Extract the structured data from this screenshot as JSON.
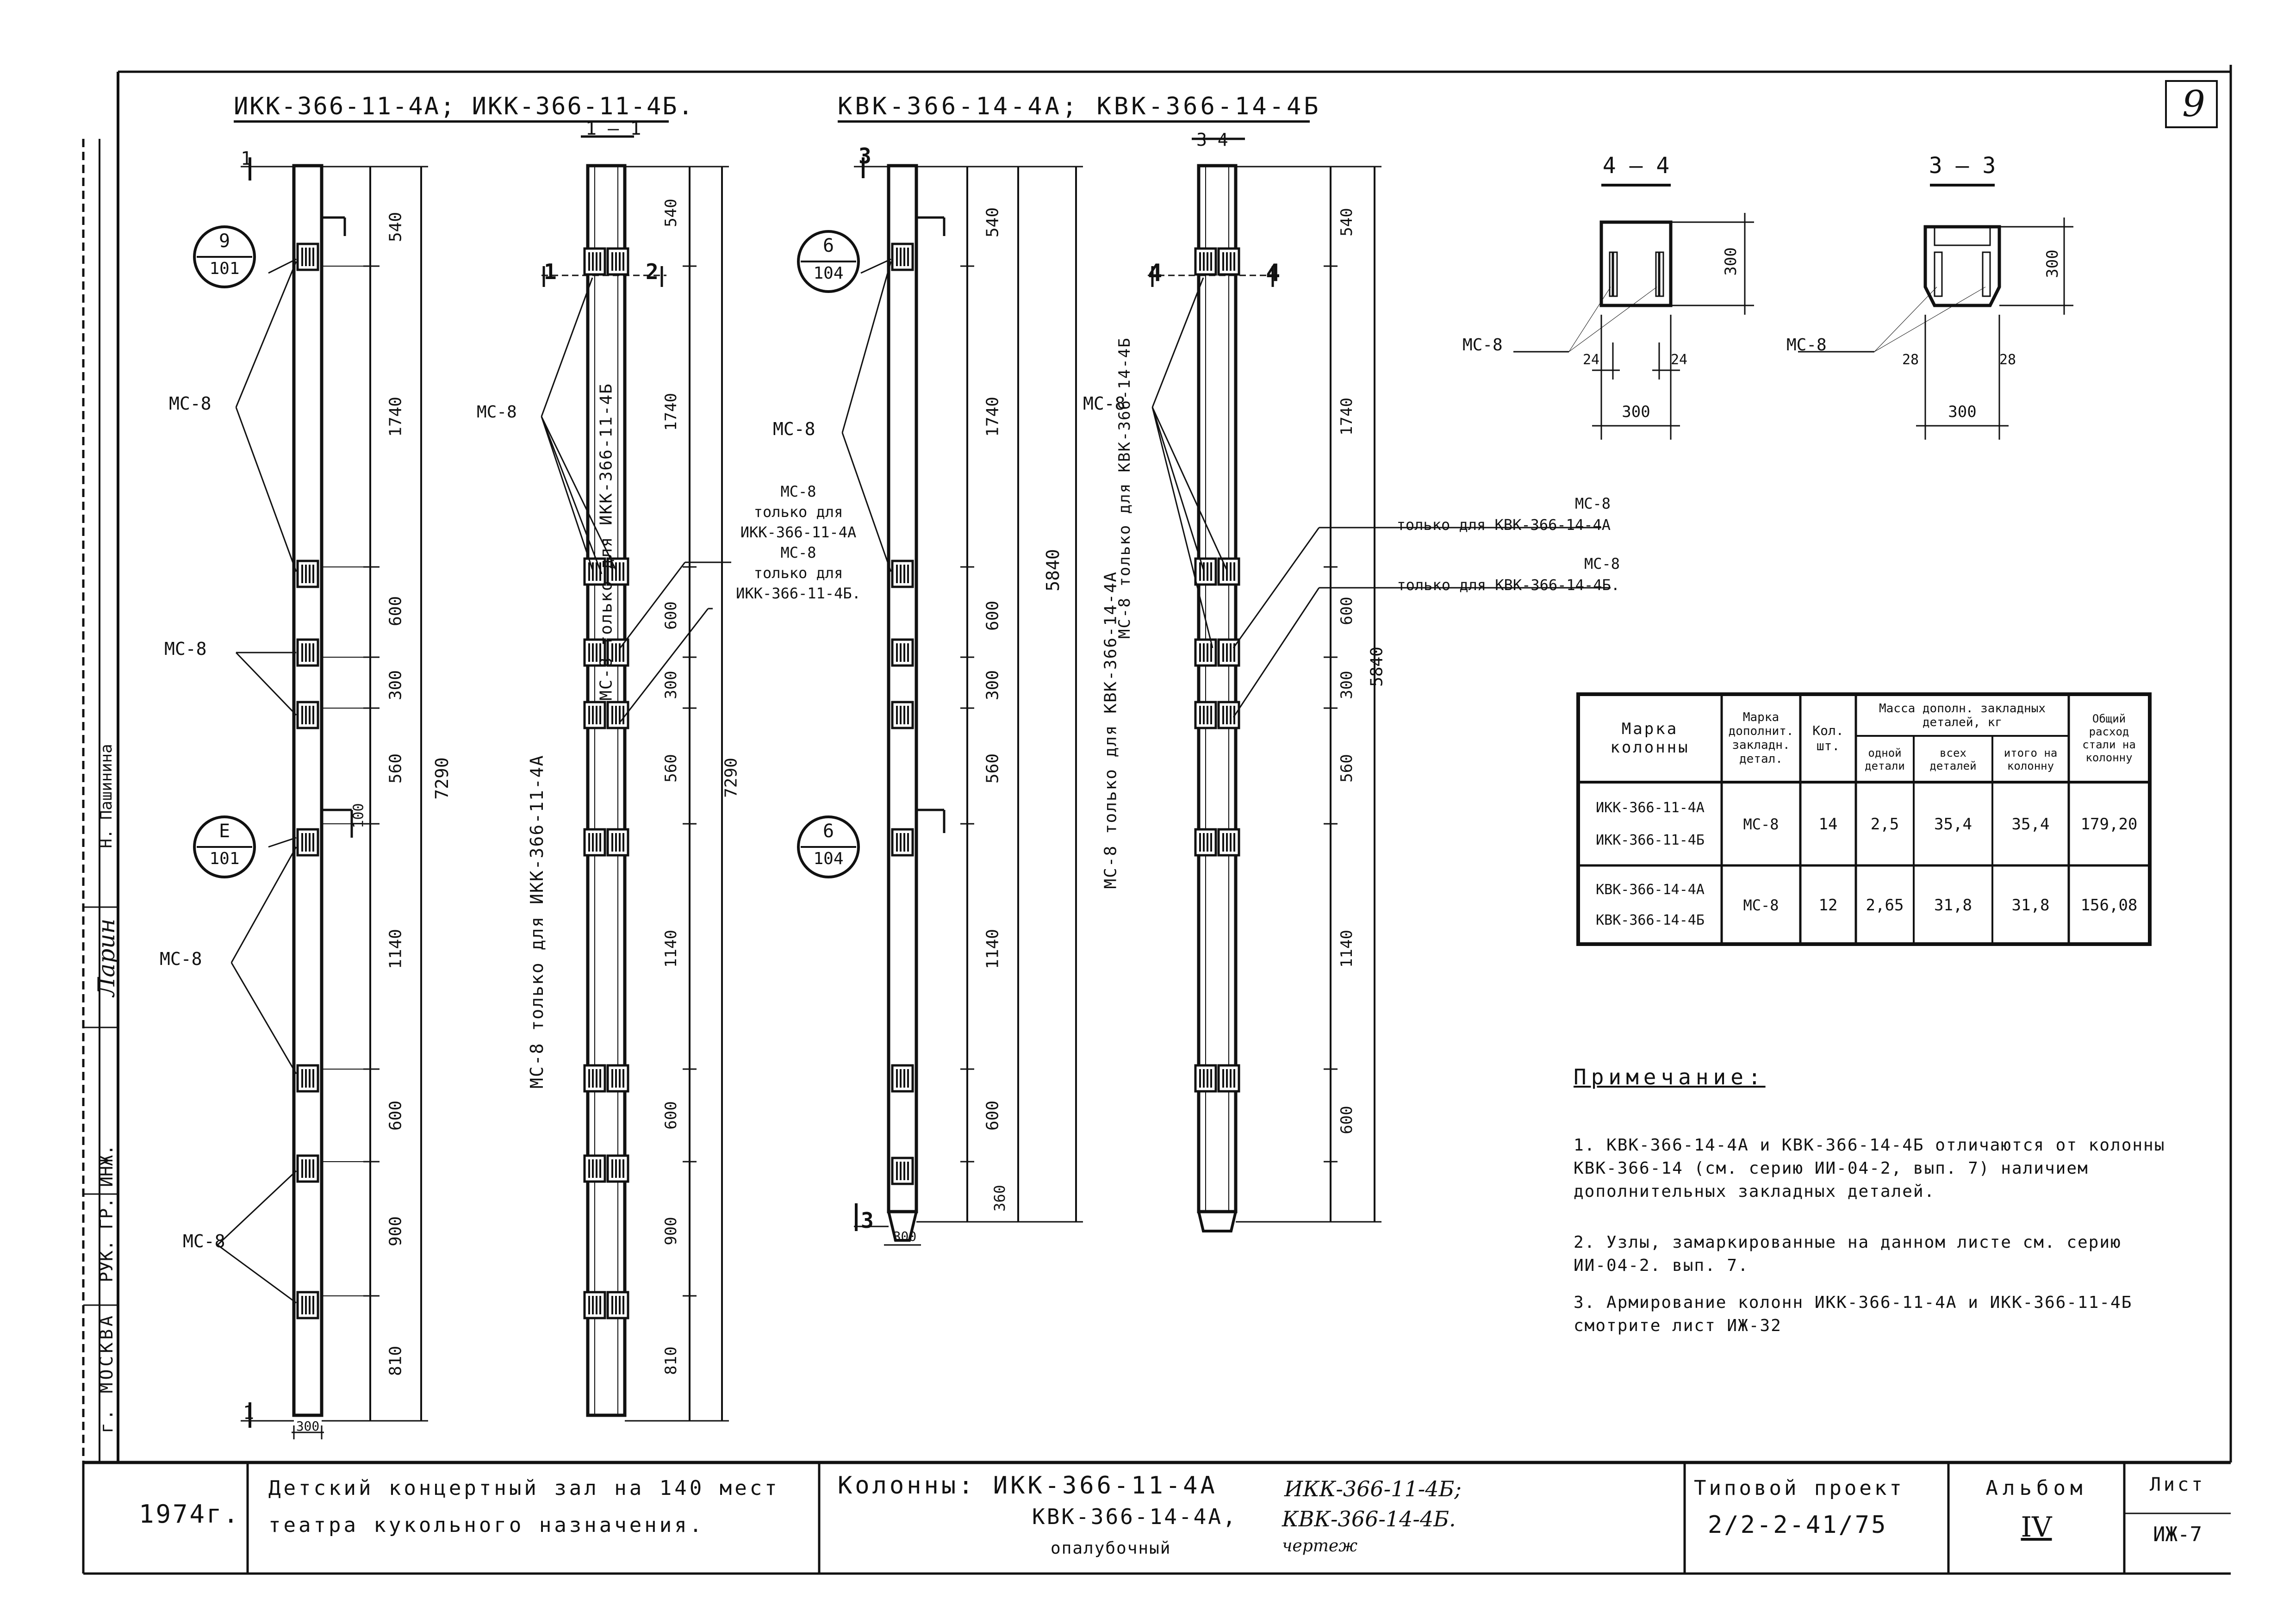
{
  "sheet_number": "9",
  "views": {
    "ikk_title": "ИКК-366-11-4А; ИКК-366-11-4Б.",
    "kvk_title": "КВК-366-14-4А; КВК-366-14-4Б"
  },
  "cut_labels": {
    "c1": "1",
    "c2": "2",
    "c3": "3",
    "c4": "4",
    "sec11": "1 – 1",
    "sec34": "3 4"
  },
  "node_refs": [
    {
      "num": "9",
      "den": "101"
    },
    {
      "num": "Е",
      "den": "101"
    },
    {
      "num": "6",
      "den": "104"
    },
    {
      "num": "6",
      "den": "104"
    }
  ],
  "mc_label": "МС-8",
  "mc_note_small": "МС-8",
  "dims": {
    "ikk_chain": [
      "540",
      "1740",
      "600",
      "300",
      "560",
      "1140",
      "600",
      "900",
      "810"
    ],
    "ikk_total": "7290",
    "ikk_bottom_width": "300",
    "ikk_hole": "100",
    "kvk_chain": [
      "540",
      "1740",
      "600",
      "300",
      "560",
      "1140",
      "600",
      "360"
    ],
    "kvk_total": "5840",
    "kvk_bottom_width": "300"
  },
  "view_notes": {
    "ikk_vertical_a": "МС-8 только для ИКК-366-11-4Б",
    "ikk_vertical_b": "МС-8 только для ИКК-366-11-4А",
    "ikk_callout": "МС-8\nтолько для\nИКК-366-11-4А\nМС-8\nтолько для\nИКК-366-11-4Б.",
    "kvk_vertical_a": "МС-8 только для КВК-366-14-4Б",
    "kvk_vertical_b": "МС-8 только для КВК-366-14-4А",
    "kvk_callout_a": "МС-8\nтолько для КВК-366-14-4А",
    "kvk_callout_b": "МС-8\nтолько для КВК-366-14-4Б."
  },
  "sections": {
    "s44": {
      "title": "4 – 4",
      "height": "300",
      "width": "300",
      "a": "24",
      "b": "24",
      "mark": "МС-8"
    },
    "s33": {
      "title": "3 – 3",
      "height": "300",
      "width": "300",
      "a": "28",
      "b": "28",
      "mark": "МС-8"
    }
  },
  "table": {
    "headers": {
      "mark": "Марка колонны",
      "detail": "Марка дополнит. закладн. детал.",
      "qty": "Кол. шт.",
      "mass_group": "Масса дополн. закладных деталей, кг",
      "one": "одной детали",
      "all": "всех деталей",
      "per_col": "итого на колонну",
      "steel": "Общий расход стали на колонну"
    },
    "rows": [
      {
        "marks": "ИКК-366-11-4А\nИКК-366-11-4Б",
        "detail": "МС-8",
        "qty": "14",
        "one": "2,5",
        "all": "35,4",
        "per_col": "35,4",
        "steel": "179,20"
      },
      {
        "marks": "КВК-366-14-4А\nКВК-366-14-4Б",
        "detail": "МС-8",
        "qty": "12",
        "one": "2,65",
        "all": "31,8",
        "per_col": "31,8",
        "steel": "156,08"
      }
    ]
  },
  "notes": {
    "title": "Примечание:",
    "items": [
      "1. КВК-366-14-4А и КВК-366-14-4Б отличаются от колонны КВК-366-14 (см. серию ИИ-04-2, вып. 7) наличием дополнительных закладных деталей.",
      "2. Узлы, замаркированные на данном листе см. серию ИИ-04-2. вып. 7.",
      "3. Армирование колонн ИКК-366-11-4А и ИКК-366-11-4Б смотрите лист ИЖ-32"
    ]
  },
  "side_stamp": {
    "city": "г. МОСКВА",
    "role": "РУК. ГР. ИНЖ.",
    "signature": "Ларин",
    "name": "Н. Пашинина"
  },
  "title_block": {
    "year": "1974г.",
    "project_line1": "Детский концертный зал на 140 мест",
    "project_line2": "театра кукольного назначения.",
    "columns_line1a": "Колонны: ИКК-366-11-4А",
    "columns_line1b": "ИКК-366-11-4Б;",
    "columns_line2a": "КВК-366-14-4А,",
    "columns_line2b": "КВК-366-14-4Б.",
    "drawing_type_a": "опалубочный",
    "drawing_type_b": "чертеж",
    "typical_label": "Типовой проект",
    "typical_value": "2/2-2-41/75",
    "album_label": "Альбом",
    "album_value": "IV",
    "sheet_label": "Лист",
    "sheet_value": "ИЖ-7"
  }
}
